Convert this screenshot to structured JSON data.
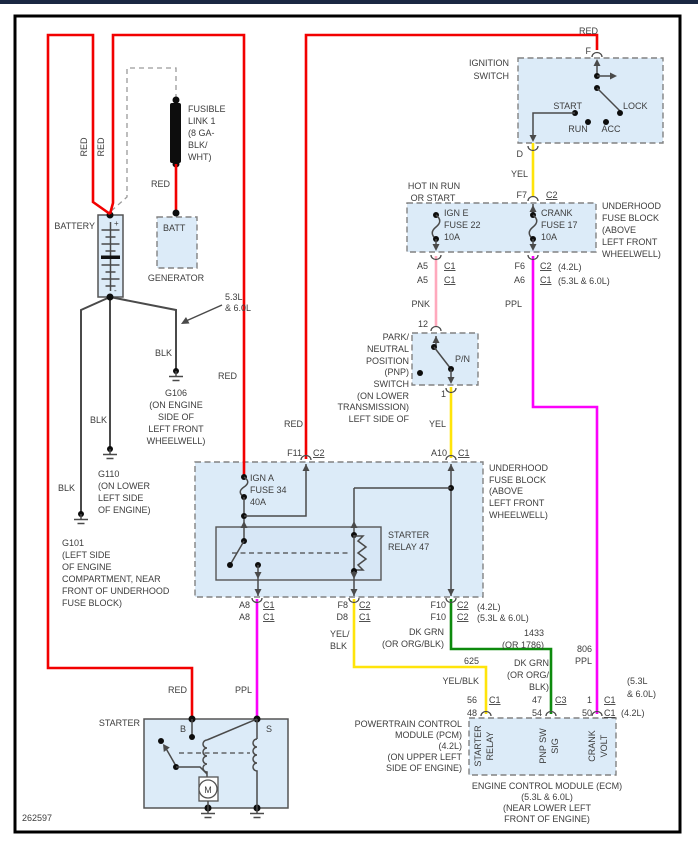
{
  "page": {
    "id_number": "262597"
  },
  "colors": {
    "red": "#f20000",
    "yellow": "#ffe40a",
    "pink": "#ffa9bd",
    "purple": "#fb02fb",
    "dark_green": "#0d8a0d",
    "wire_gray": "#4a4a4a",
    "box_fill": "#dcebf8",
    "box_border": "#828282",
    "text": "#3d3d3d",
    "motor_m": "#c8741e",
    "top_bar": "#1a2742"
  },
  "w": {
    "red": "RED",
    "yel": "YEL",
    "pnk": "PNK",
    "ppl": "PPL",
    "blk": "BLK",
    "yelblk0": "YEL/",
    "yelblk1": "BLK",
    "yelblk": "YEL/BLK",
    "dkgrn": "DK GRN",
    "dkgrn_or": "(OR ORG/BLK)",
    "dg0": "DK GRN",
    "dg1": "(OR ORG/",
    "dg2": "BLK)",
    "c625": "625",
    "c1433": "1433",
    "c1786": "(OR 1786)",
    "c806": "806"
  },
  "battery": {
    "label": "BATTERY",
    "plus": "+",
    "minus": "-"
  },
  "fl": {
    "l0": "FUSIBLE",
    "l1": "LINK 1",
    "l2": "(8 GA-",
    "l3": "BLK/",
    "l4": "WHT)"
  },
  "gen": {
    "batt": "BATT",
    "label": "GENERATOR",
    "n0": "5.3L",
    "n1": "& 6.0L"
  },
  "g106": {
    "l0": "G106",
    "l1": "(ON ENGINE",
    "l2": "SIDE OF",
    "l3": "LEFT FRONT",
    "l4": "WHEELWELL)"
  },
  "g110": {
    "l0": "G110",
    "l1": "(ON LOWER",
    "l2": "LEFT SIDE",
    "l3": "OF ENGINE)"
  },
  "g101": {
    "l0": "G101",
    "l1": "(LEFT SIDE",
    "l2": "OF ENGINE",
    "l3": "COMPARTMENT, NEAR",
    "l4": "FRONT OF UNDERHOOD",
    "l5": "FUSE BLOCK)"
  },
  "ign": {
    "t0": "IGNITION",
    "t1": "SWITCH",
    "f": "F",
    "d": "D",
    "start": "START",
    "run": "RUN",
    "acc": "ACC",
    "lock": "LOCK"
  },
  "fb1": {
    "hot0": "HOT IN RUN",
    "hot1": "OR START",
    "e0": "IGN E",
    "e1": "FUSE 22",
    "e2": "10A",
    "k0": "CRANK",
    "k1": "FUSE 17",
    "k2": "10A",
    "loc0": "UNDERHOOD",
    "loc1": "FUSE BLOCK",
    "loc2": "(ABOVE",
    "loc3": "LEFT FRONT",
    "loc4": "WHEELWELL)",
    "f7": "F7",
    "c2": "C2",
    "a5": "A5",
    "c1": "C1",
    "f6": "F6",
    "a6": "A6",
    "e42": "(4.2L)",
    "e53": "(5.3L & 6.0L)"
  },
  "pnp": {
    "l0": "PARK/",
    "l1": "NEUTRAL",
    "l2": "POSITION",
    "l3": "(PNP)",
    "l4": "SWITCH",
    "l5": "(ON LOWER",
    "l6": "TRANSMISSION)",
    "l7": "LEFT SIDE OF",
    "t12": "12",
    "t1": "1",
    "pn": "P/N"
  },
  "fb2": {
    "a0": "IGN A",
    "a1": "FUSE 34",
    "a2": "40A",
    "r0": "STARTER",
    "r1": "RELAY 47",
    "loc0": "UNDERHOOD",
    "loc1": "FUSE BLOCK",
    "loc2": "(ABOVE",
    "loc3": "LEFT FRONT",
    "loc4": "WHEELWELL)",
    "f11": "F11",
    "a10": "A10",
    "a8": "A8",
    "f8": "F8",
    "d8": "D8",
    "f10": "F10",
    "c1": "C1",
    "c2": "C2",
    "e42": "(4.2L)",
    "e53": "(5.3L & 6.0L)"
  },
  "st": {
    "label": "STARTER",
    "b": "B",
    "s": "S",
    "m": "M"
  },
  "pcm": {
    "p56": "56",
    "p48": "48",
    "p47": "47",
    "p54": "54",
    "p1": "1",
    "p50": "50",
    "c1": "C1",
    "c3": "C3",
    "e53a": "(5.3L",
    "e53b": "& 6.0L)",
    "e42": "(4.2L)",
    "in0a": "STARTER",
    "in0b": "RELAY",
    "in1a": "PNP SW",
    "in1b": "SIG",
    "in2a": "CRANK",
    "in2b": "VOLT",
    "m0": "POWERTRAIN CONTROL",
    "m1": "MODULE (PCM)",
    "m2": "(4.2L)",
    "m3": "(ON UPPER LEFT",
    "m4": "SIDE OF ENGINE)",
    "ecm0": "ENGINE CONTROL MODULE (ECM)",
    "ecm1": "(5.3L & 6.0L)",
    "ecm2": "(NEAR LOWER LEFT",
    "ecm3": "FRONT OF ENGINE)"
  }
}
